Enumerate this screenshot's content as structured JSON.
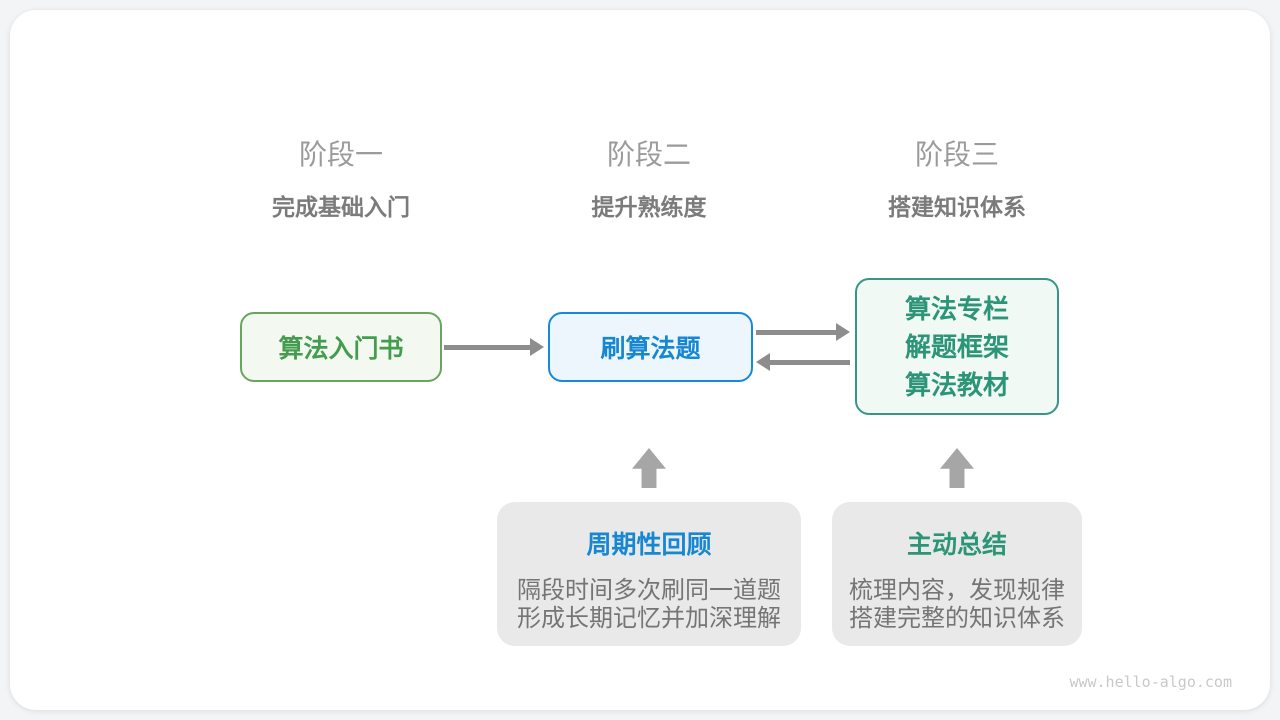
{
  "colors": {
    "page-bg": "#f3f4f5",
    "card-bg": "#ffffff",
    "stage-label": "#9b9b9b",
    "stage-subtitle": "#7b7b7b",
    "green-text": "#449d4f",
    "green-border": "#67a65c",
    "green-bg": "#f3f9f1",
    "blue-text": "#1787d2",
    "blue-border": "#1788dd",
    "blue-bg": "#edf6fd",
    "teal-text": "#2d9577",
    "teal-border": "#3a9488",
    "teal-bg": "#f0f9f4",
    "note-bg": "#e9e9e9",
    "note-body": "#757575",
    "arrow": "#8d8d8d",
    "block-arrow": "#a6a6a6",
    "watermark": "#c9c9c9"
  },
  "stages": [
    {
      "label": "阶段一",
      "subtitle": "完成基础入门"
    },
    {
      "label": "阶段二",
      "subtitle": "提升熟练度"
    },
    {
      "label": "阶段三",
      "subtitle": "搭建知识体系"
    }
  ],
  "nodes": {
    "intro_book": {
      "label": "算法入门书"
    },
    "problem_practice": {
      "label": "刷算法题"
    },
    "knowledge_sources": {
      "lines": [
        "算法专栏",
        "解题框架",
        "算法教材"
      ]
    }
  },
  "notes": [
    {
      "title": "周期性回顾",
      "lines": [
        "隔段时间多次刷同一道题",
        "形成长期记忆并加深理解"
      ]
    },
    {
      "title": "主动总结",
      "lines": [
        "梳理内容，发现规律",
        "搭建完整的知识体系"
      ]
    }
  ],
  "watermark": "www.hello-algo.com"
}
